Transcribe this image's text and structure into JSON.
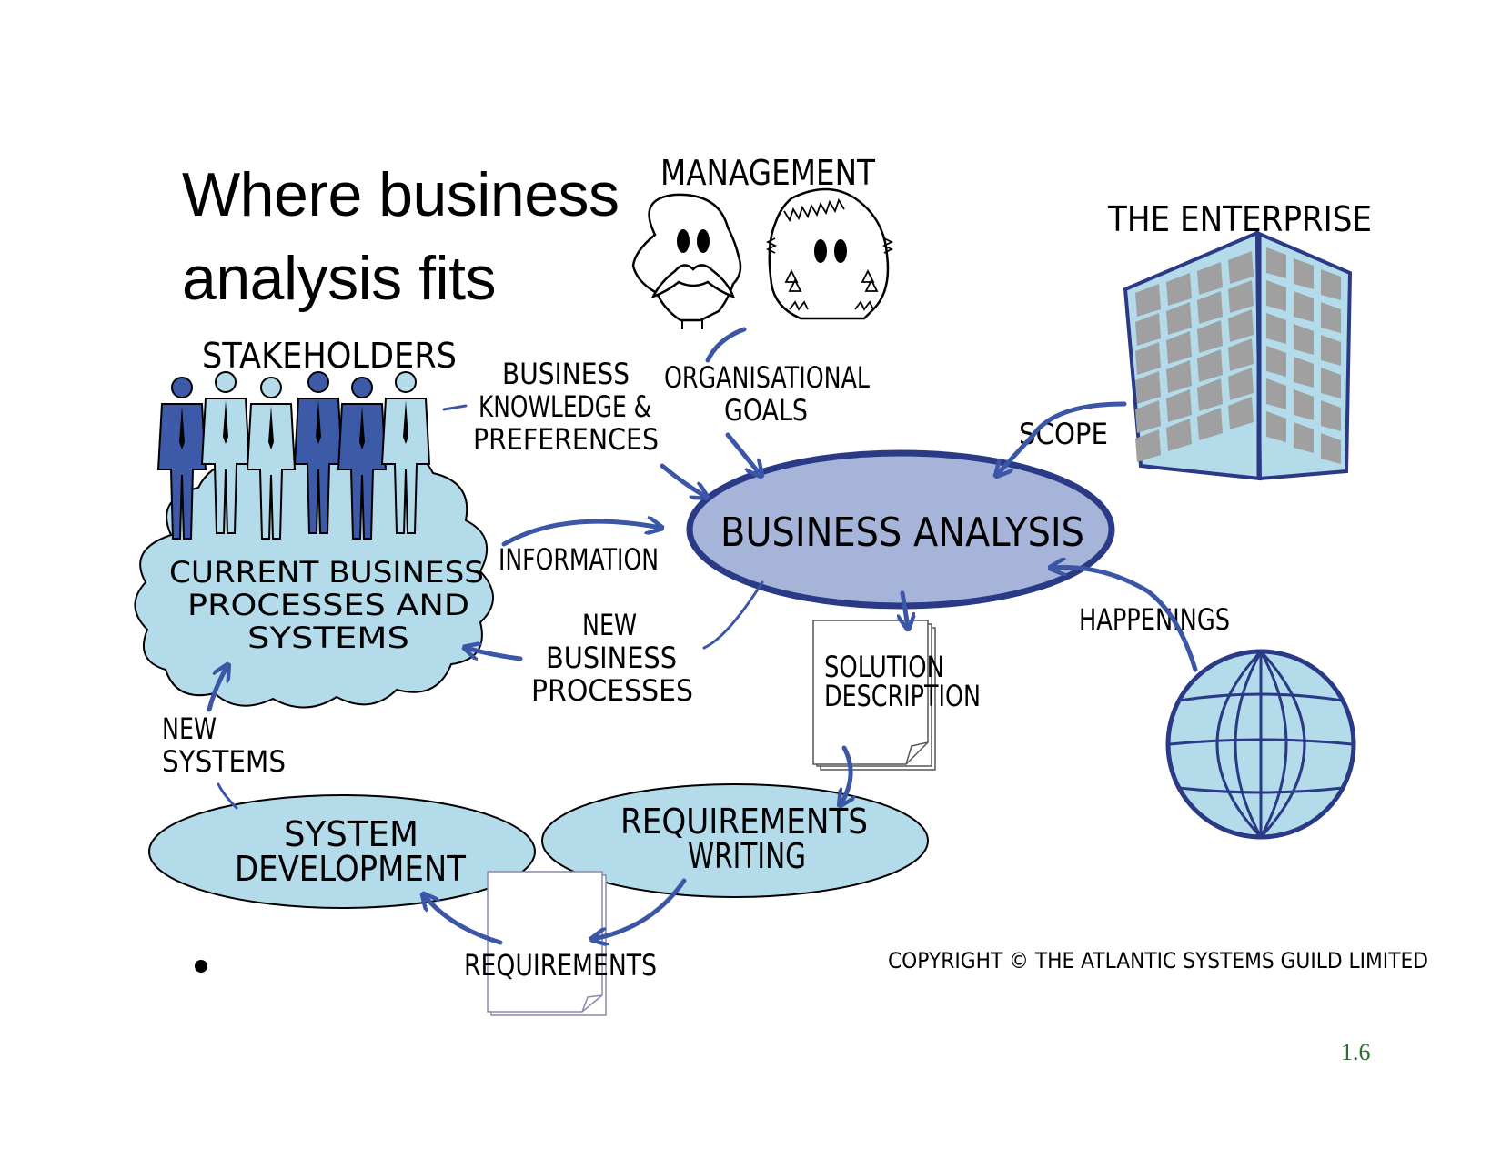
{
  "title_line1": "Where business",
  "title_line2": "analysis fits",
  "labels": {
    "management": "MANAGEMENT",
    "enterprise": "THE ENTERPRISE",
    "stakeholders": "STAKEHOLDERS",
    "bk_line1": "BUSINESS",
    "bk_line2": "KNOWLEDGE &",
    "bk_line3": "PREFERENCES",
    "og_line1": "ORGANISATIONAL",
    "og_line2": "GOALS",
    "scope": "SCOPE",
    "business_analysis": "BUSINESS ANALYSIS",
    "cbp_line1": "CURRENT BUSINESS",
    "cbp_line2": "PROCESSES AND",
    "cbp_line3": "SYSTEMS",
    "information": "INFORMATION",
    "nbp_line1": "NEW",
    "nbp_line2": "BUSINESS",
    "nbp_line3": "PROCESSES",
    "sd_line1": "SOLUTION",
    "sd_line2": "DESCRIPTION",
    "happenings": "HAPPENINGS",
    "ns_line1": "NEW",
    "ns_line2": "SYSTEMS",
    "sysdev_line1": "SYSTEM",
    "sysdev_line2": "DEVELOPMENT",
    "rw_line1": "REQUIREMENTS",
    "rw_line2": "WRITING",
    "requirements": "REQUIREMENTS",
    "copyright": "COPYRIGHT © THE ATLANTIC SYSTEMS GUILD LIMITED"
  },
  "slide_number": "1.6",
  "colors": {
    "light_blue": "#b3dbea",
    "analysis_fill": "#a5b4d8",
    "arrow_blue": "#3b56a6",
    "dark_blue": "#2a3a86",
    "suit_dark": "#3c5aa8",
    "window_gray": "#a0a0a0"
  }
}
